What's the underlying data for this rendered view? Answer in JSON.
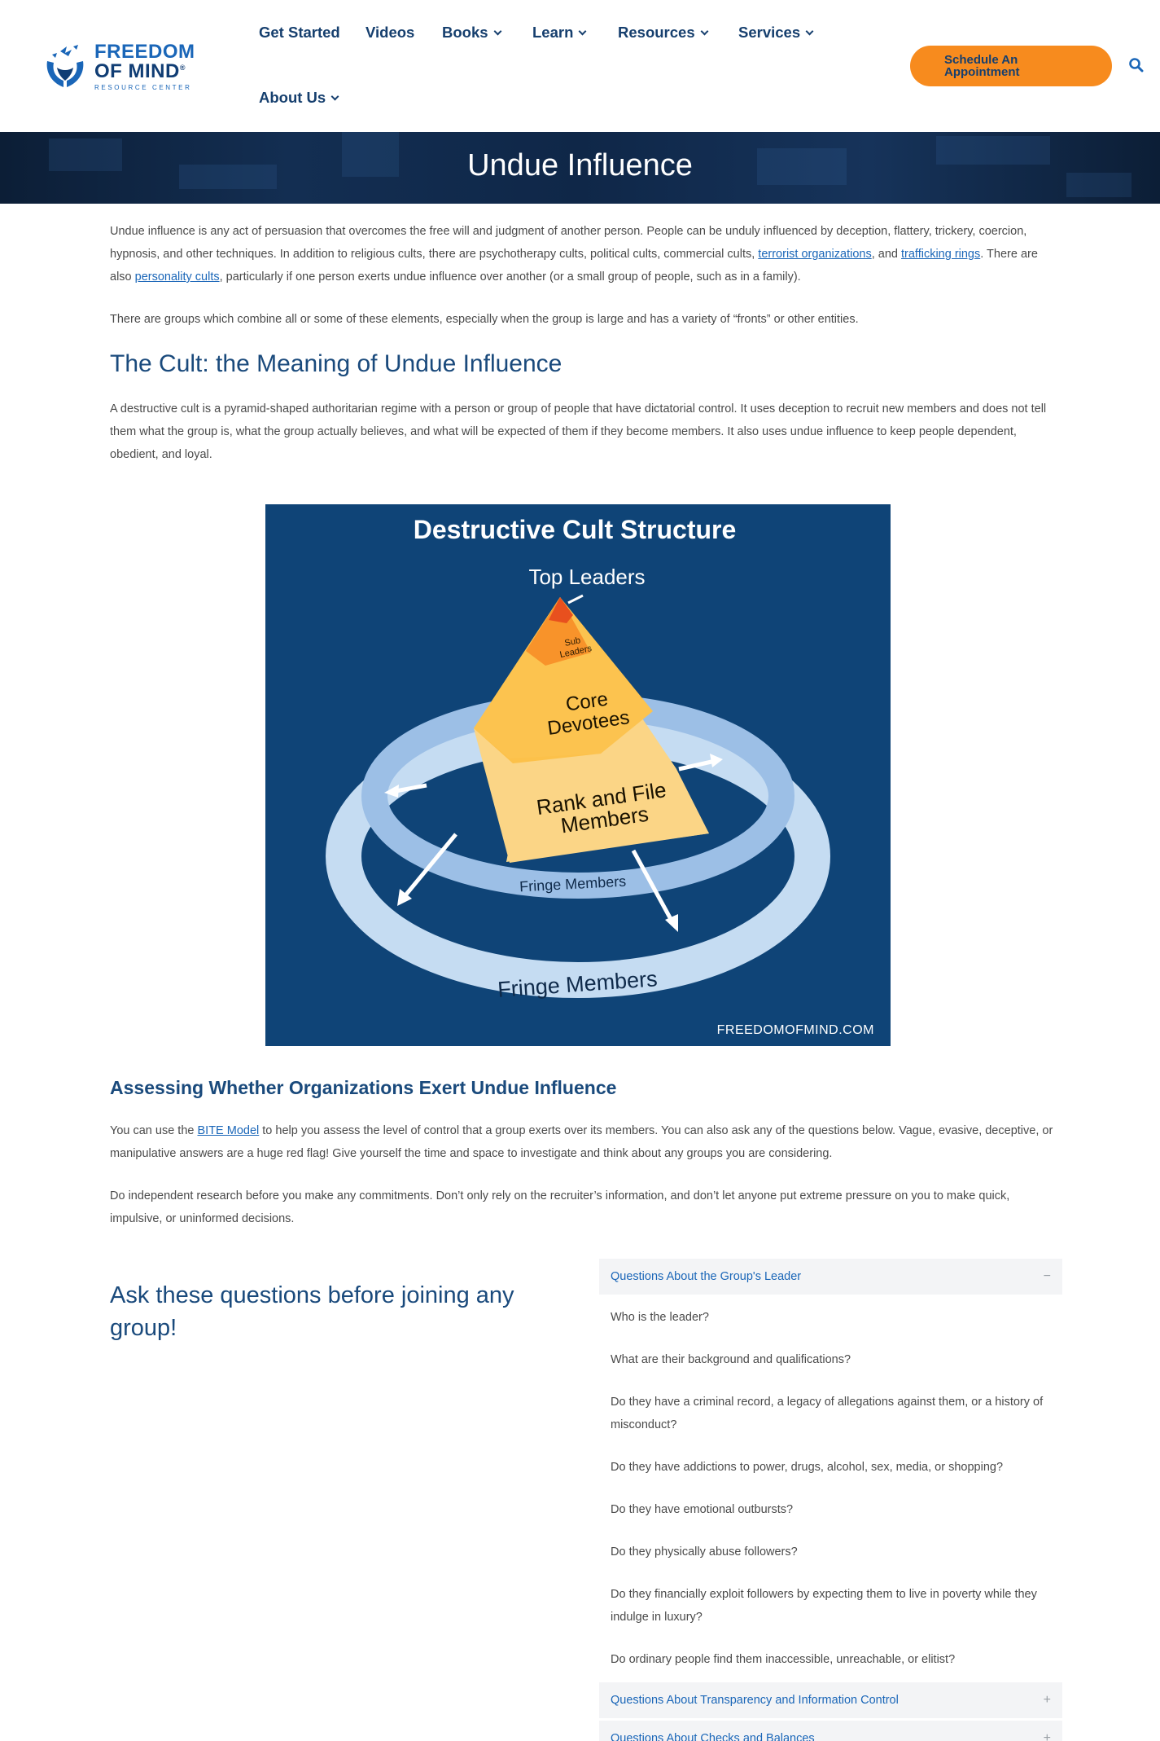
{
  "header": {
    "logo": {
      "line1": "FREEDOM",
      "line2": "OF MIND",
      "registered": "®",
      "line3": "RESOURCE CENTER"
    },
    "nav": [
      {
        "label": "Get Started",
        "dropdown": false
      },
      {
        "label": "Videos",
        "dropdown": false
      },
      {
        "label": "Books",
        "dropdown": true
      },
      {
        "label": "Learn",
        "dropdown": true
      },
      {
        "label": "Resources",
        "dropdown": true
      },
      {
        "label": "Services",
        "dropdown": true
      },
      {
        "label": "About Us",
        "dropdown": true
      }
    ],
    "cta_label": "Schedule An Appointment",
    "search_icon": "search-icon"
  },
  "banner": {
    "title": "Undue Influence"
  },
  "intro": {
    "p1_a": "Undue influence is any act of persuasion that overcomes the free will and judgment of another person.  People can be unduly influenced by deception, flattery, trickery, coercion, hypnosis, and other techniques.  In addition to religious cults, there are psychotherapy cults, political cults, commercial cults, ",
    "p1_link1": "terrorist organizations",
    "p1_b": ", and ",
    "p1_link2": "trafficking rings",
    "p1_c": ". There are also ",
    "p1_link3": "personality cults",
    "p1_d": ", particularly if one person exerts undue influence over another (or a small group of people, such as in a family).",
    "p2": "There are groups which combine all or some of these elements, especially when the group is large and has a variety of “fronts” or other entities."
  },
  "cult_section": {
    "heading": "The Cult: the Meaning of Undue Influence",
    "body": "A destructive cult is a pyramid-shaped authoritarian regime with a person or group of people that have dictatorial control.  It uses deception to recruit new members and does not tell them what the group is, what the group actually believes, and what will be expected of them if they become members.  It also uses undue influence to keep people dependent, obedient, and loyal."
  },
  "diagram": {
    "title": "Destructive Cult Structure",
    "top_leaders": "Top Leaders",
    "sub_leaders_1": "Sub",
    "sub_leaders_2": "Leaders",
    "core_1": "Core",
    "core_2": "Devotees",
    "rank_1": "Rank and File",
    "rank_2": "Members",
    "fringe_inner": "Fringe Members",
    "fringe_outer": "Fringe Members",
    "watermark": "FREEDOMOFMIND.COM",
    "colors": {
      "bg": "#0f4477",
      "ring": "#a9c7e8",
      "ring_outer": "#c5dcf2",
      "apex": "#e8501e"
    }
  },
  "assess": {
    "heading": "Assessing Whether Organizations Exert Undue Influence",
    "p1_a": "You can use the ",
    "p1_link": "BITE Model",
    "p1_b": " to help you assess the level of control that a group exerts over its members.  You can also ask any of the questions below.  Vague, evasive, deceptive, or manipulative answers are a huge red flag!  Give yourself the time and space to investigate and think about any groups you are considering.",
    "p2": "Do independent research before you make any commitments.  Don’t only rely on the recruiter’s information, and don’t let anyone put extreme pressure on you to make quick, impulsive, or uninformed decisions."
  },
  "ask_heading": "Ask these questions before joining any group!",
  "accordion": [
    {
      "title": "Questions About the Group's Leader",
      "sign": "−",
      "expanded": true,
      "questions": [
        "Who is the leader?",
        "What are their background and qualifications?",
        "Do they have a criminal record, a legacy of allegations against them, or a history of misconduct?",
        "Do they have addictions to power, drugs, alcohol, sex, media, or shopping?",
        "Do they have emotional outbursts?",
        "Do they physically abuse followers?",
        "Do they financially exploit followers by expecting them to live in poverty while they indulge in luxury?",
        "Do ordinary people find them inaccessible, unreachable, or elitist?"
      ]
    },
    {
      "title": "Questions About Transparency and Information Control",
      "sign": "+",
      "expanded": false
    },
    {
      "title": "Questions About Checks and Balances",
      "sign": "+",
      "expanded": false
    }
  ]
}
